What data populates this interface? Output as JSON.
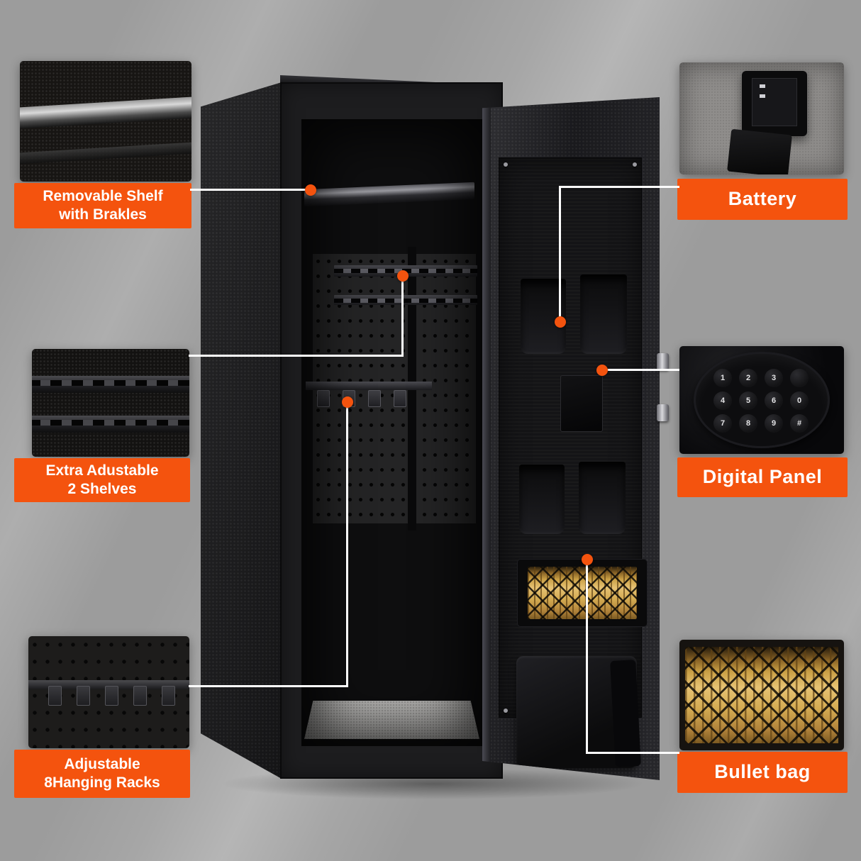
{
  "colors": {
    "accent": "#F4530E",
    "connector": "#FFFFFF",
    "label_text": "#FFFFFF"
  },
  "callouts": {
    "removable_shelf": {
      "label": "Removable Shelf\nwith Brakles"
    },
    "extra_shelves": {
      "label": "Extra Adustable\n2 Shelves"
    },
    "hanging_racks": {
      "label": "Adjustable\n8Hanging Racks"
    },
    "battery": {
      "label": "Battery"
    },
    "digital_panel": {
      "label": "Digital Panel"
    },
    "bullet_bag": {
      "label": "Bullet bag"
    }
  },
  "keypad": {
    "keys": [
      "1",
      "2",
      "3",
      "",
      "4",
      "5",
      "6",
      "0",
      "7",
      "8",
      "9",
      "#"
    ]
  }
}
